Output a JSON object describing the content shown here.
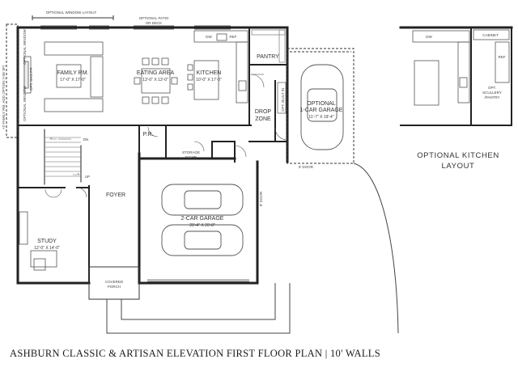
{
  "title": "ASHBURN CLASSIC & ARTISAN ELEVATION FIRST FLOOR PLAN | 10' WALLS",
  "optional_kitchen_layout": {
    "line1": "OPTIONAL KITCHEN",
    "line2": "LAYOUT"
  },
  "notes": {
    "optional_window_layout": "OPTIONAL WINDOW LAYOUT",
    "optional_patio_line1": "OPTIONAL PATIO",
    "optional_patio_line2": "OR DECK",
    "family_rm_add_option": "+2 FAMILY RM. ADD OPTION (+36 SF)",
    "optional_window_left": "OPTIONAL WINDOW",
    "opt_gas_fp": "OPT. GAS F.P.",
    "opt_built_in": "OPT. BUILT IN",
    "door_9": "9' DOOR",
    "door_8": "8' DOOR",
    "dn": "DN",
    "up": "UP",
    "dw": "DW",
    "ref": "REF",
    "cabinet": "CABINET"
  },
  "rooms": {
    "family": {
      "name": "FAMILY RM.",
      "dim": "17'-0\" X 17'-0\""
    },
    "eating": {
      "name": "EATING AREA",
      "dim": "13'-0\" X 13'-0\""
    },
    "kitchen": {
      "name": "KITCHEN",
      "dim": "10'-0\" X 17'-0\""
    },
    "pantry": {
      "name": "PANTRY"
    },
    "drop_zone": {
      "line1": "DROP",
      "line2": "ZONE"
    },
    "garage1": {
      "line1": "OPTIONAL",
      "line2": "1-CAR GARAGE",
      "dim": "11'-7\" X 19'-4\""
    },
    "pr": {
      "name": "P.R."
    },
    "storage": {
      "line1": "STORAGE",
      "line2": "NICHE"
    },
    "foyer": {
      "name": "FOYER"
    },
    "garage2": {
      "name": "2-CAR GARAGE",
      "dim": "20'-4\" X 20'-8\""
    },
    "study": {
      "name": "STUDY",
      "dim": "12'-0\" X 14'-0\""
    },
    "porch": {
      "line1": "COVERED",
      "line2": "PORCH"
    },
    "scullery": {
      "line1": "OPT.",
      "line2": "SCULLERY",
      "line3": "/PANTRY"
    }
  }
}
